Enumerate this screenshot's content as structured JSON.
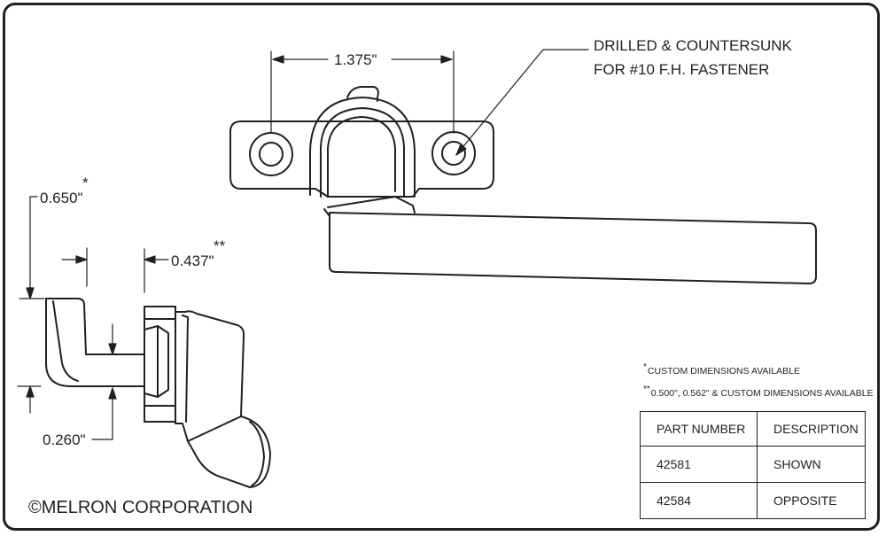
{
  "callout": {
    "line1": "DRILLED & COUNTERSUNK",
    "line2": "FOR #10 F.H. FASTENER"
  },
  "dimensions": {
    "hole_spacing": "1.375\"",
    "height": "0.650\"",
    "height_mark": "*",
    "offset": "0.437\"",
    "offset_mark": "**",
    "thickness": "0.260\""
  },
  "notes": {
    "note1_mark": "*",
    "note1": "CUSTOM DIMENSIONS AVAILABLE",
    "note2_mark": "**",
    "note2": "0.500\", 0.562\" & CUSTOM DIMENSIONS AVAILABLE"
  },
  "parts_table": {
    "headers": [
      "PART NUMBER",
      "DESCRIPTION"
    ],
    "rows": [
      [
        "42581",
        "SHOWN"
      ],
      [
        "42584",
        "OPPOSITE"
      ]
    ]
  },
  "copyright": "©MELRON CORPORATION",
  "colors": {
    "ink": "#231f20",
    "background": "#ffffff"
  }
}
